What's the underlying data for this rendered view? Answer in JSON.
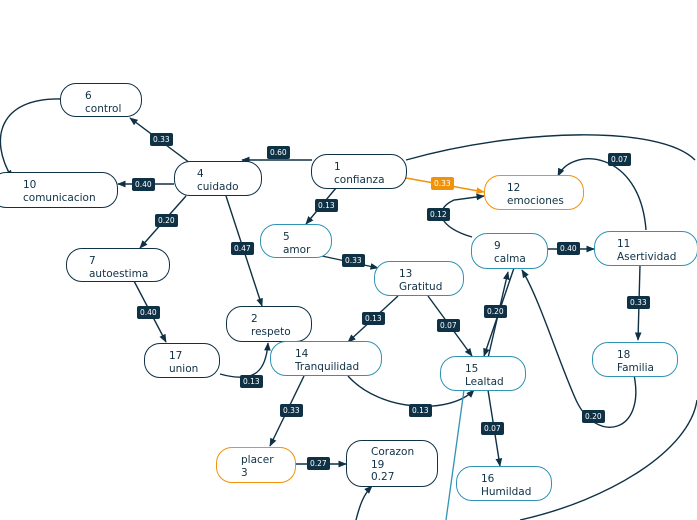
{
  "colors": {
    "dark": "#0f3145",
    "teal": "#2f93b4",
    "orange": "#f0920c"
  },
  "nodes": {
    "n6": {
      "id": "6",
      "label": "control"
    },
    "n10": {
      "id": "10",
      "label": "comunicacion"
    },
    "n4": {
      "id": "4",
      "label": "cuidado"
    },
    "n1": {
      "id": "1",
      "label": "confianza"
    },
    "n12": {
      "id": "12",
      "label": "emociones"
    },
    "n5": {
      "id": "5",
      "label": "amor"
    },
    "n7": {
      "id": "7",
      "label": "autoestima"
    },
    "n9": {
      "id": "9",
      "label": "calma"
    },
    "n11": {
      "id": "11",
      "label": "Asertividad"
    },
    "n13": {
      "id": "13",
      "label": "Gratitud"
    },
    "n2": {
      "id": "2",
      "label": "respeto"
    },
    "n17": {
      "id": "17",
      "label": "union"
    },
    "n14": {
      "id": "14",
      "label": "Tranquilidad"
    },
    "n18": {
      "id": "18",
      "label": "Familia"
    },
    "n15": {
      "id": "15",
      "label": "Lealtad"
    },
    "n16": {
      "id": "16",
      "label": "Humildad"
    },
    "nPlacer": {
      "line1": "placer",
      "line2": "3"
    },
    "nCorazon": {
      "line1": "Corazon",
      "line2": "19",
      "line3": "0.27"
    }
  },
  "edges": {
    "e4_6": "0.33",
    "e1_4": "0.60",
    "e4_10": "0.40",
    "e1_12": "0.33",
    "e1_5": "0.13",
    "e4_7": "0.20",
    "e4_2": "0.47",
    "e9_12": "0.12",
    "e11_12": "0.07",
    "e9_11": "0.40",
    "e5_13": "0.33",
    "e7_17": "0.40",
    "e13_14": "0.13",
    "e13_15": "0.07",
    "e15_9": "0.20",
    "e11_18": "0.33",
    "e17_2": "0.13",
    "e14_15": "0.13",
    "e18_9": "0.20",
    "e14_pl": "0.33",
    "e15_16": "0.07",
    "epl_cor": "0.27"
  }
}
